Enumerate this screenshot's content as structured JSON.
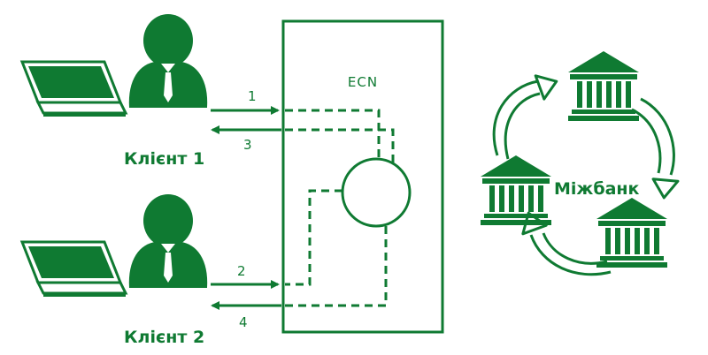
{
  "colors": {
    "green": "#0f7a32",
    "light": "#ffffff"
  },
  "clients": [
    {
      "label": "Клієнт 1",
      "arrow_out": "1",
      "arrow_in": "3"
    },
    {
      "label": "Клієнт 2",
      "arrow_out": "2",
      "arrow_in": "4"
    }
  ],
  "ecn": {
    "label": "ECN"
  },
  "interbank": {
    "label": "Міжбанк"
  },
  "icons": [
    "person-icon",
    "laptop-icon",
    "bank-icon",
    "cycle-arrow-icon"
  ]
}
